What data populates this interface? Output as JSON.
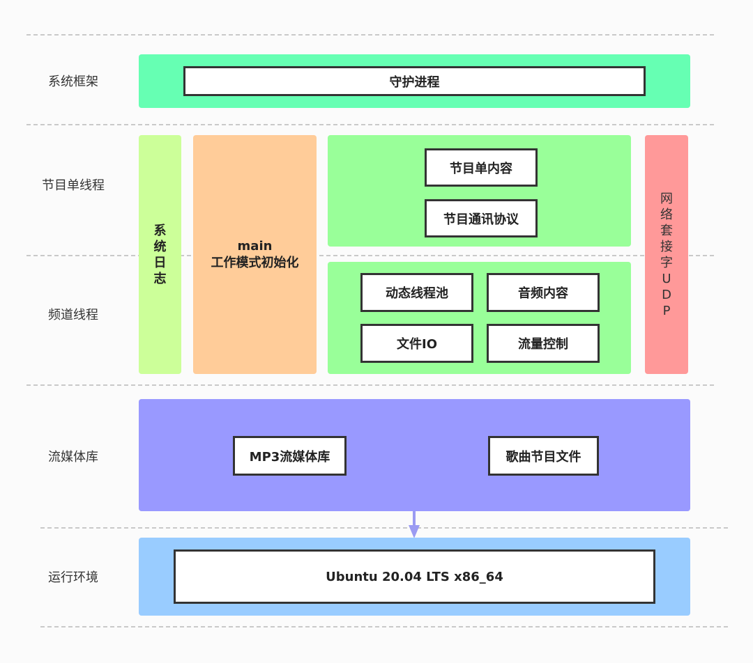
{
  "rows": {
    "framework": "系统框架",
    "program_thread": "节目单线程",
    "channel_thread": "频道线程",
    "media_lib": "流媒体库",
    "runtime": "运行环境"
  },
  "daemon": "守护进程",
  "syslog": [
    "系",
    "统",
    "日",
    "志"
  ],
  "main_box": {
    "line1": "main",
    "line2": "工作模式初始化"
  },
  "program_boxes": {
    "content": "节目单内容",
    "protocol": "节目通讯协议"
  },
  "channel_boxes": {
    "pool": "动态线程池",
    "audio": "音频内容",
    "file_io": "文件IO",
    "flow": "流量控制"
  },
  "socket": [
    "网",
    "络",
    "套",
    "接",
    "字",
    "U",
    "D",
    "P"
  ],
  "media_boxes": {
    "mp3": "MP3流媒体库",
    "songs": "歌曲节目文件"
  },
  "runtime_box": "Ubuntu 20.04 LTS x86_64",
  "colors": {
    "framework": "#66ffb3",
    "syslog": "#ccff99",
    "main": "#ffcc99",
    "green_panel": "#99ff99",
    "socket": "#ff9999",
    "media": "#9999ff",
    "runtime": "#99ccff"
  }
}
